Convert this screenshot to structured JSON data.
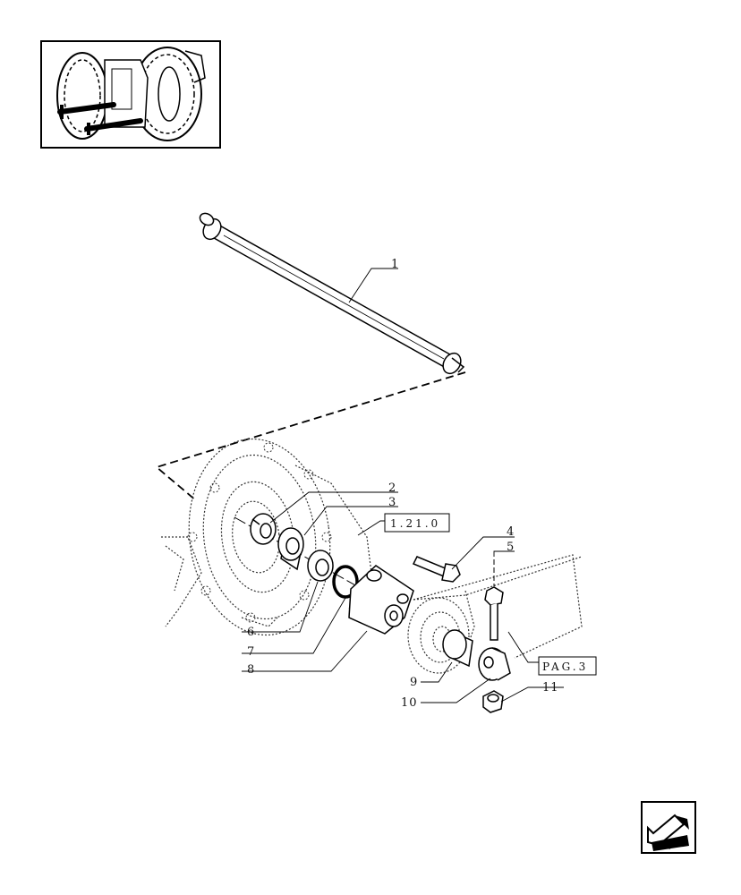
{
  "thumbnail": {
    "icon": "tractor-rear-hitch-icon"
  },
  "callouts": {
    "c1": "1",
    "c2": "2",
    "c3": "3",
    "c4": "4",
    "c5": "5",
    "c6": "6",
    "c7": "7",
    "c8": "8",
    "c9": "9",
    "c10": "10",
    "c11": "11"
  },
  "references": {
    "ref_group": "1.21.0",
    "ref_page": "PAG.3"
  },
  "navigation": {
    "icon": "back-arrow-icon"
  }
}
